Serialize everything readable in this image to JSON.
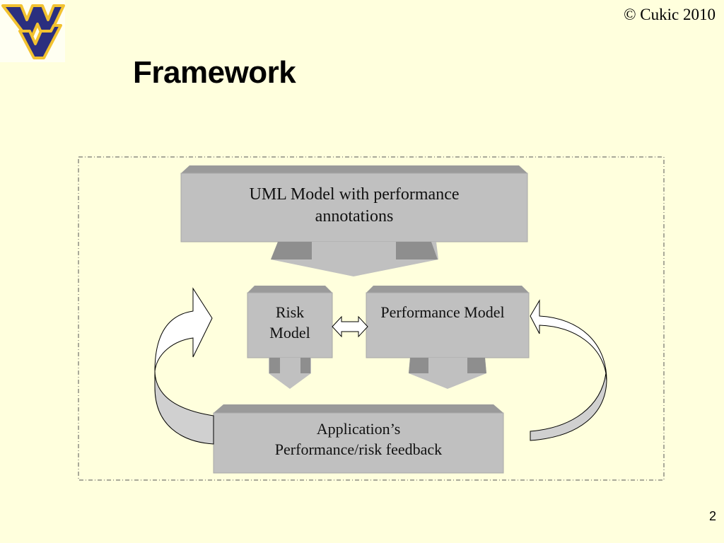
{
  "slide": {
    "copyright": "© Cukic 2010",
    "title": "Framework",
    "page_number": "2",
    "logo": "wvu-flying-wv-logo"
  },
  "colors": {
    "background": "#FFFFDD",
    "box_face": "#C0C0C0",
    "box_top": "#9A9A9A",
    "arrow_dark": "#8E8E8E",
    "logo_blue": "#2B2F7F",
    "logo_gold": "#F2C230"
  },
  "diagram": {
    "boxes": [
      {
        "id": "uml",
        "label": "UML Model with performance annotations"
      },
      {
        "id": "risk",
        "label": "Risk Model"
      },
      {
        "id": "perf",
        "label": "Performance Model"
      },
      {
        "id": "app",
        "label": "Application’s Performance/risk feedback"
      }
    ],
    "connectors": [
      {
        "from": "uml",
        "to": "risk/perf",
        "type": "down-arrow"
      },
      {
        "from": "risk",
        "to": "perf",
        "type": "double-arrow"
      },
      {
        "from": "risk",
        "to": "app",
        "type": "down-arrow"
      },
      {
        "from": "perf",
        "to": "app",
        "type": "down-arrow"
      },
      {
        "from": "app",
        "to": "risk",
        "type": "curved-arrow-left"
      },
      {
        "from": "app",
        "to": "perf",
        "type": "curved-arrow-right"
      }
    ],
    "labels": {
      "uml_line1": "UML Model with performance",
      "uml_line2": "annotations",
      "risk_line1": "Risk",
      "risk_line2": "Model",
      "perf_line1": "Performance Model",
      "app_line1": "Application’s",
      "app_line2": "Performance/risk feedback"
    }
  }
}
